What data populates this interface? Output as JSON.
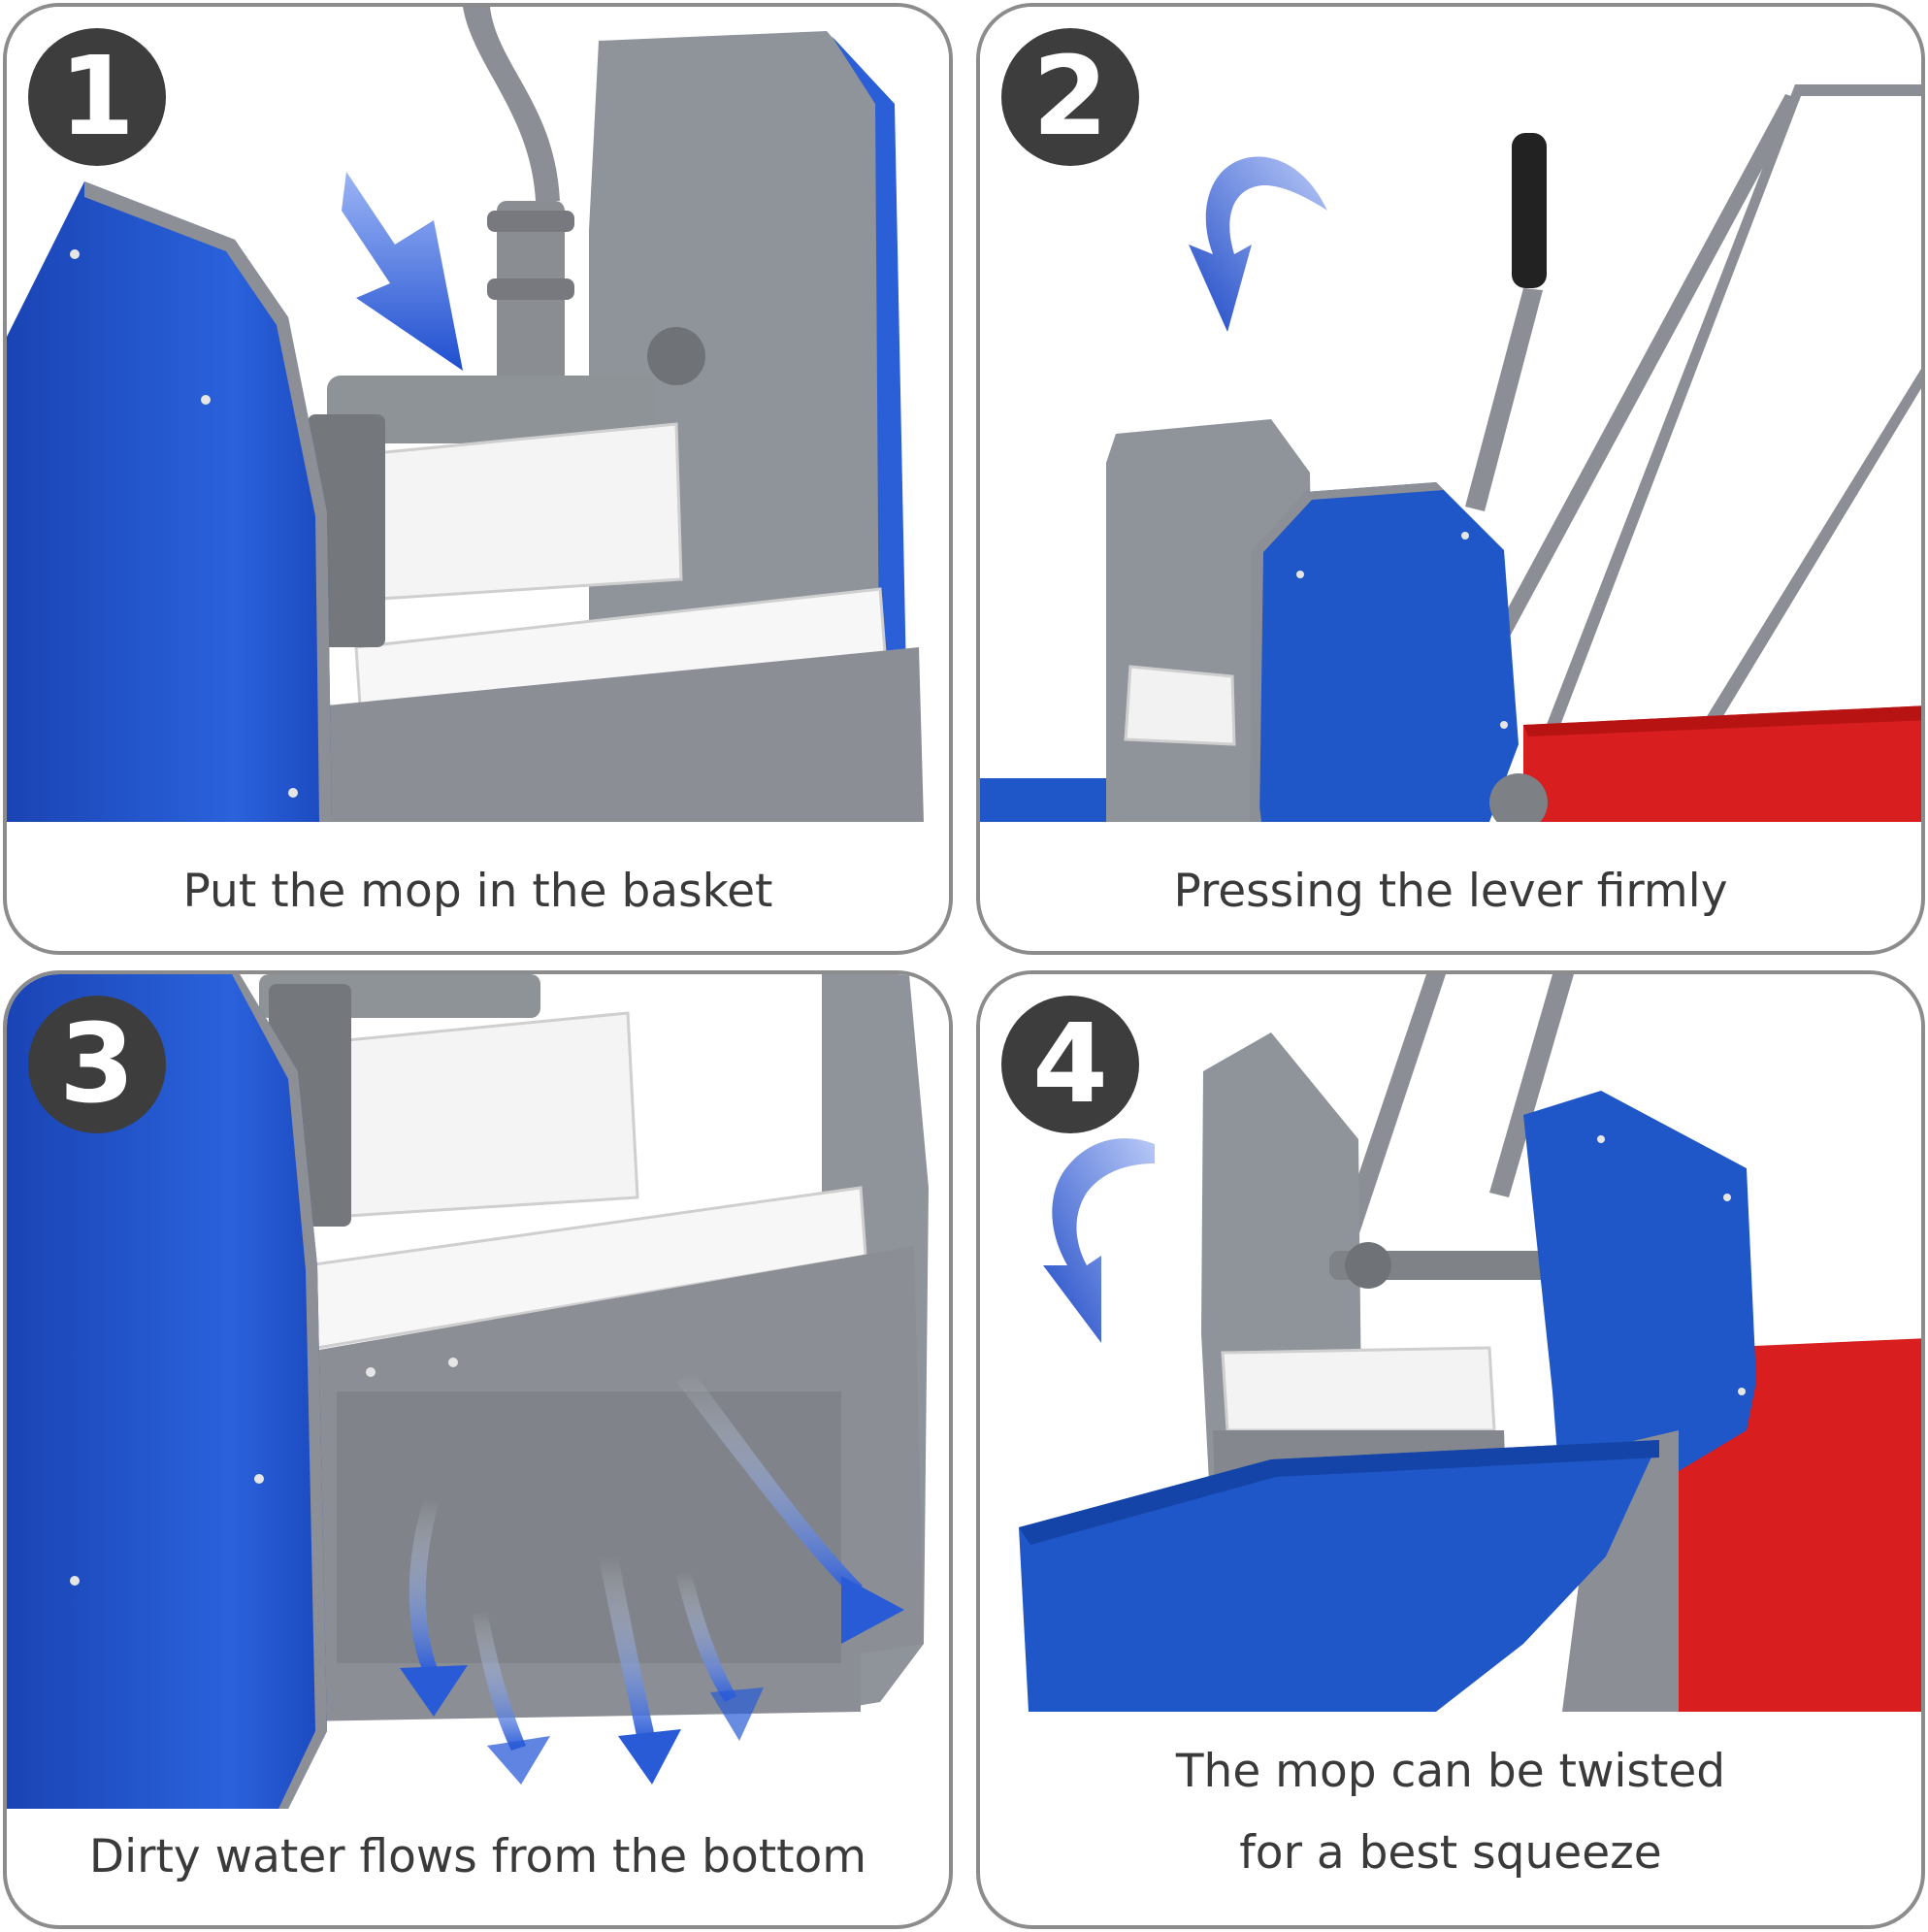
{
  "colors": {
    "blue": "#1f57c8",
    "grey": "#8d9197",
    "red": "#d81e1e",
    "badge": "#3d3d3d",
    "arrow": "#2a5bd7"
  },
  "panels": [
    {
      "number": "1",
      "caption": [
        "Put the mop in the basket"
      ]
    },
    {
      "number": "2",
      "caption": [
        "Pressing the lever firmly"
      ]
    },
    {
      "number": "3",
      "caption": [
        "Dirty water flows from the bottom"
      ]
    },
    {
      "number": "4",
      "caption": [
        "The mop can be twisted",
        "for a best squeeze"
      ]
    }
  ]
}
